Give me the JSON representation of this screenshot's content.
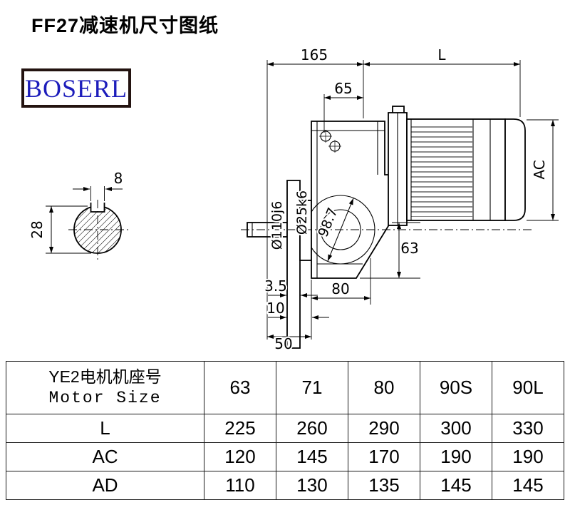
{
  "page": {
    "title": "FF27减速机尺寸图纸"
  },
  "logo": {
    "text": "BOSERL"
  },
  "drawing": {
    "dim_165": "165",
    "dim_L": "L",
    "dim_65": "65",
    "dim_AC": "AC",
    "dim_flange": "Ø110j6",
    "dim_shaft": "Ø25k6",
    "dim_98_7": "98.7",
    "dim_63": "63",
    "dim_3_5": "3.5",
    "dim_80": "80",
    "dim_10": "10",
    "dim_50": "50",
    "dim_key_width": "8",
    "dim_key_height": "28"
  },
  "table": {
    "header_cn": "YE2电机机座号",
    "header_en": "Motor Size",
    "sizes": [
      "63",
      "71",
      "80",
      "90S",
      "90L"
    ],
    "rows": [
      {
        "label": "L",
        "values": [
          "225",
          "260",
          "290",
          "300",
          "330"
        ]
      },
      {
        "label": "AC",
        "values": [
          "120",
          "145",
          "170",
          "190",
          "190"
        ]
      },
      {
        "label": "AD",
        "values": [
          "110",
          "130",
          "135",
          "145",
          "145"
        ]
      }
    ]
  }
}
